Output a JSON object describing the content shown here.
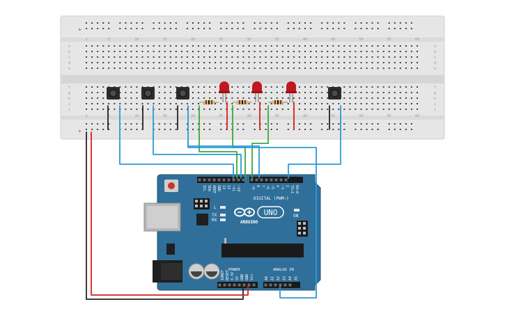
{
  "breadboard": {
    "column_numbers": [
      "1",
      "5",
      "10",
      "15",
      "20",
      "25",
      "30",
      "35",
      "40",
      "45",
      "50",
      "55",
      "60"
    ],
    "row_letters_top": [
      "a",
      "b",
      "c",
      "d",
      "e"
    ],
    "row_letters_bottom": [
      "f",
      "g",
      "h",
      "i",
      "j"
    ],
    "rail_plus": "+",
    "rail_minus": "-"
  },
  "arduino": {
    "logo_text": "ARDUINO",
    "model": "UNO",
    "on_label": "ON",
    "tx_label": "TX",
    "rx_label": "RX",
    "l_label": "L",
    "digital_label": "DIGITAL (PWM~)",
    "power_label": "POWER",
    "analog_label": "ANALOG IN",
    "digital_pins": [
      "AREF",
      "GND",
      "13",
      "12",
      "~11",
      "~10",
      "~9",
      "8",
      "7",
      "~6",
      "~5",
      "4",
      "~3",
      "2",
      "TX→1",
      "RX←0"
    ],
    "power_pins": [
      "IOREF",
      "RESET",
      "3.3V",
      "5V",
      "GND",
      "GND",
      "Vin"
    ],
    "analog_pins": [
      "A0",
      "A1",
      "A2",
      "A3",
      "A4",
      "A5"
    ],
    "i2c_pins": [
      "SCL",
      "SDA"
    ]
  },
  "colors": {
    "board_blue": "#2f6f9a",
    "breadboard": "#e4e4e4",
    "wire_blue": "#2a9ad6",
    "wire_green": "#3aa83a",
    "wire_red": "#d81e1e",
    "wire_black": "#222222",
    "led_red": "#c0181e"
  }
}
